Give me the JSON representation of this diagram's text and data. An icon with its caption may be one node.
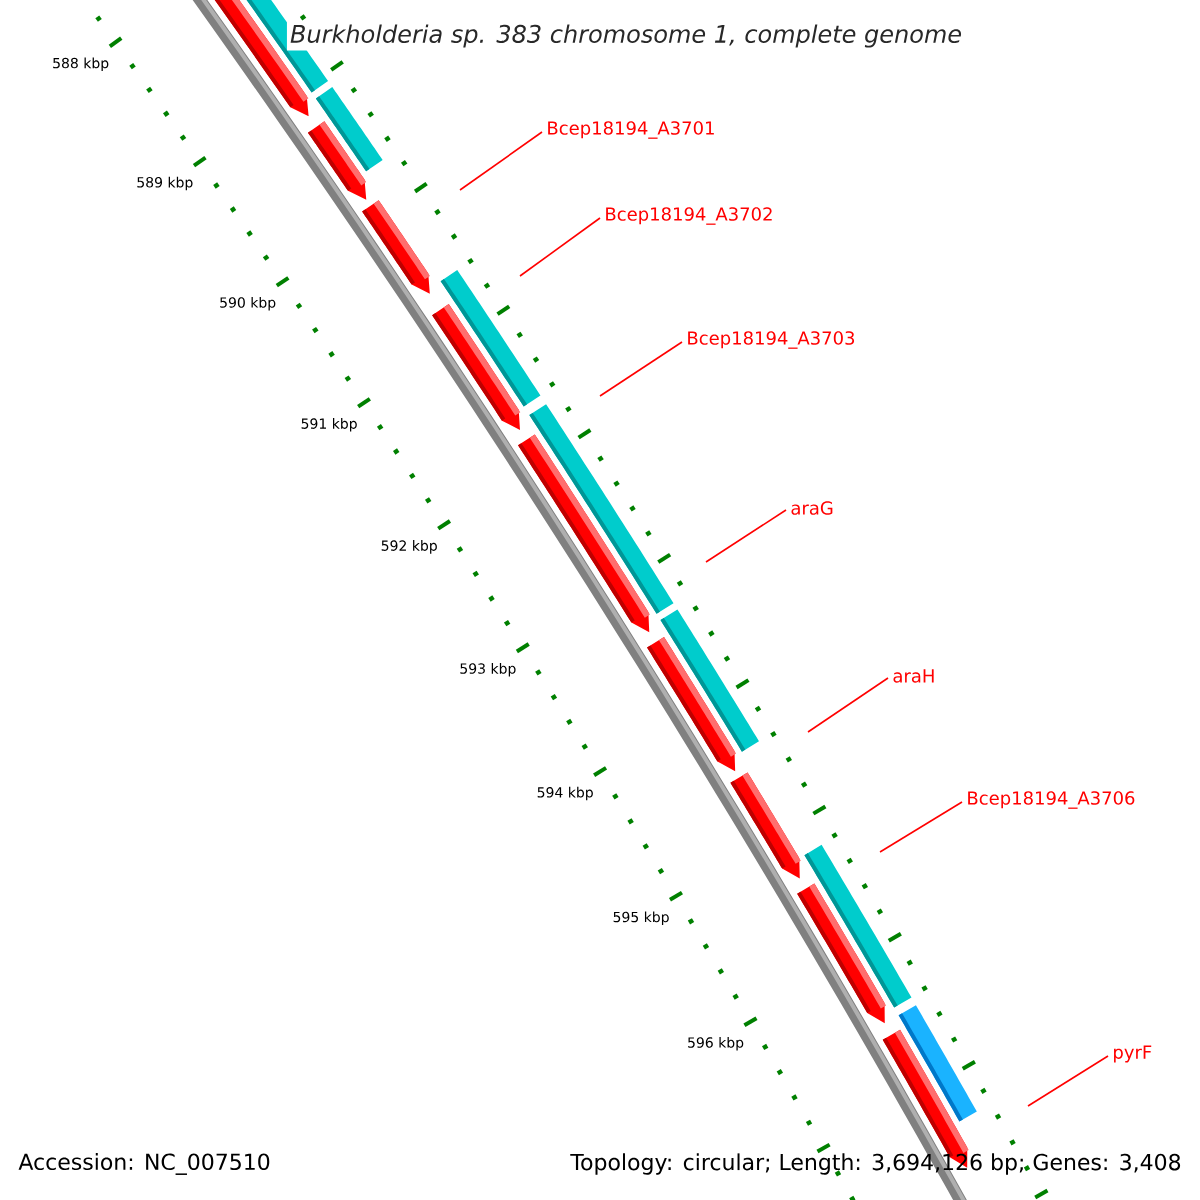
{
  "diagram": {
    "title": "*Burkholderia* sp. 383 chromosome 1, complete genome",
    "nodes": [
      {
        "text": [
          "Bcep18194_A3701"
        ]
      },
      {
        "text": [
          "Bcep18194_A3702"
        ]
      },
      {
        "text": [
          "Bcep18194_A3703"
        ]
      },
      {
        "text": [
          "araG"
        ]
      },
      {
        "text": [
          "araH"
        ]
      },
      {
        "text": [
          "Bcep18194_A3706"
        ]
      },
      {
        "text": [
          "pyrF"
        ]
      }
    ],
    "edges": [
      {
        "from": 0,
        "to": null,
        "arrow": "none"
      },
      {
        "from": 1,
        "to": null,
        "arrow": "none"
      },
      {
        "from": 2,
        "to": null,
        "arrow": "none"
      },
      {
        "from": 3,
        "to": null,
        "arrow": "none"
      },
      {
        "from": 4,
        "to": null,
        "arrow": "none"
      },
      {
        "from": 5,
        "to": null,
        "arrow": "none"
      },
      {
        "from": 6,
        "to": null,
        "arrow": "none"
      }
    ],
    "labels": [
      "588 kbp",
      "589 kbp",
      "590 kbp",
      "591 kbp",
      "592 kbp",
      "593 kbp",
      "594 kbp",
      "595 kbp",
      "596 kbp",
      "Accession: NC_007510",
      "Topology: circular; Length: 3,694,126 bp; Genes: 3,408"
    ]
  }
}
